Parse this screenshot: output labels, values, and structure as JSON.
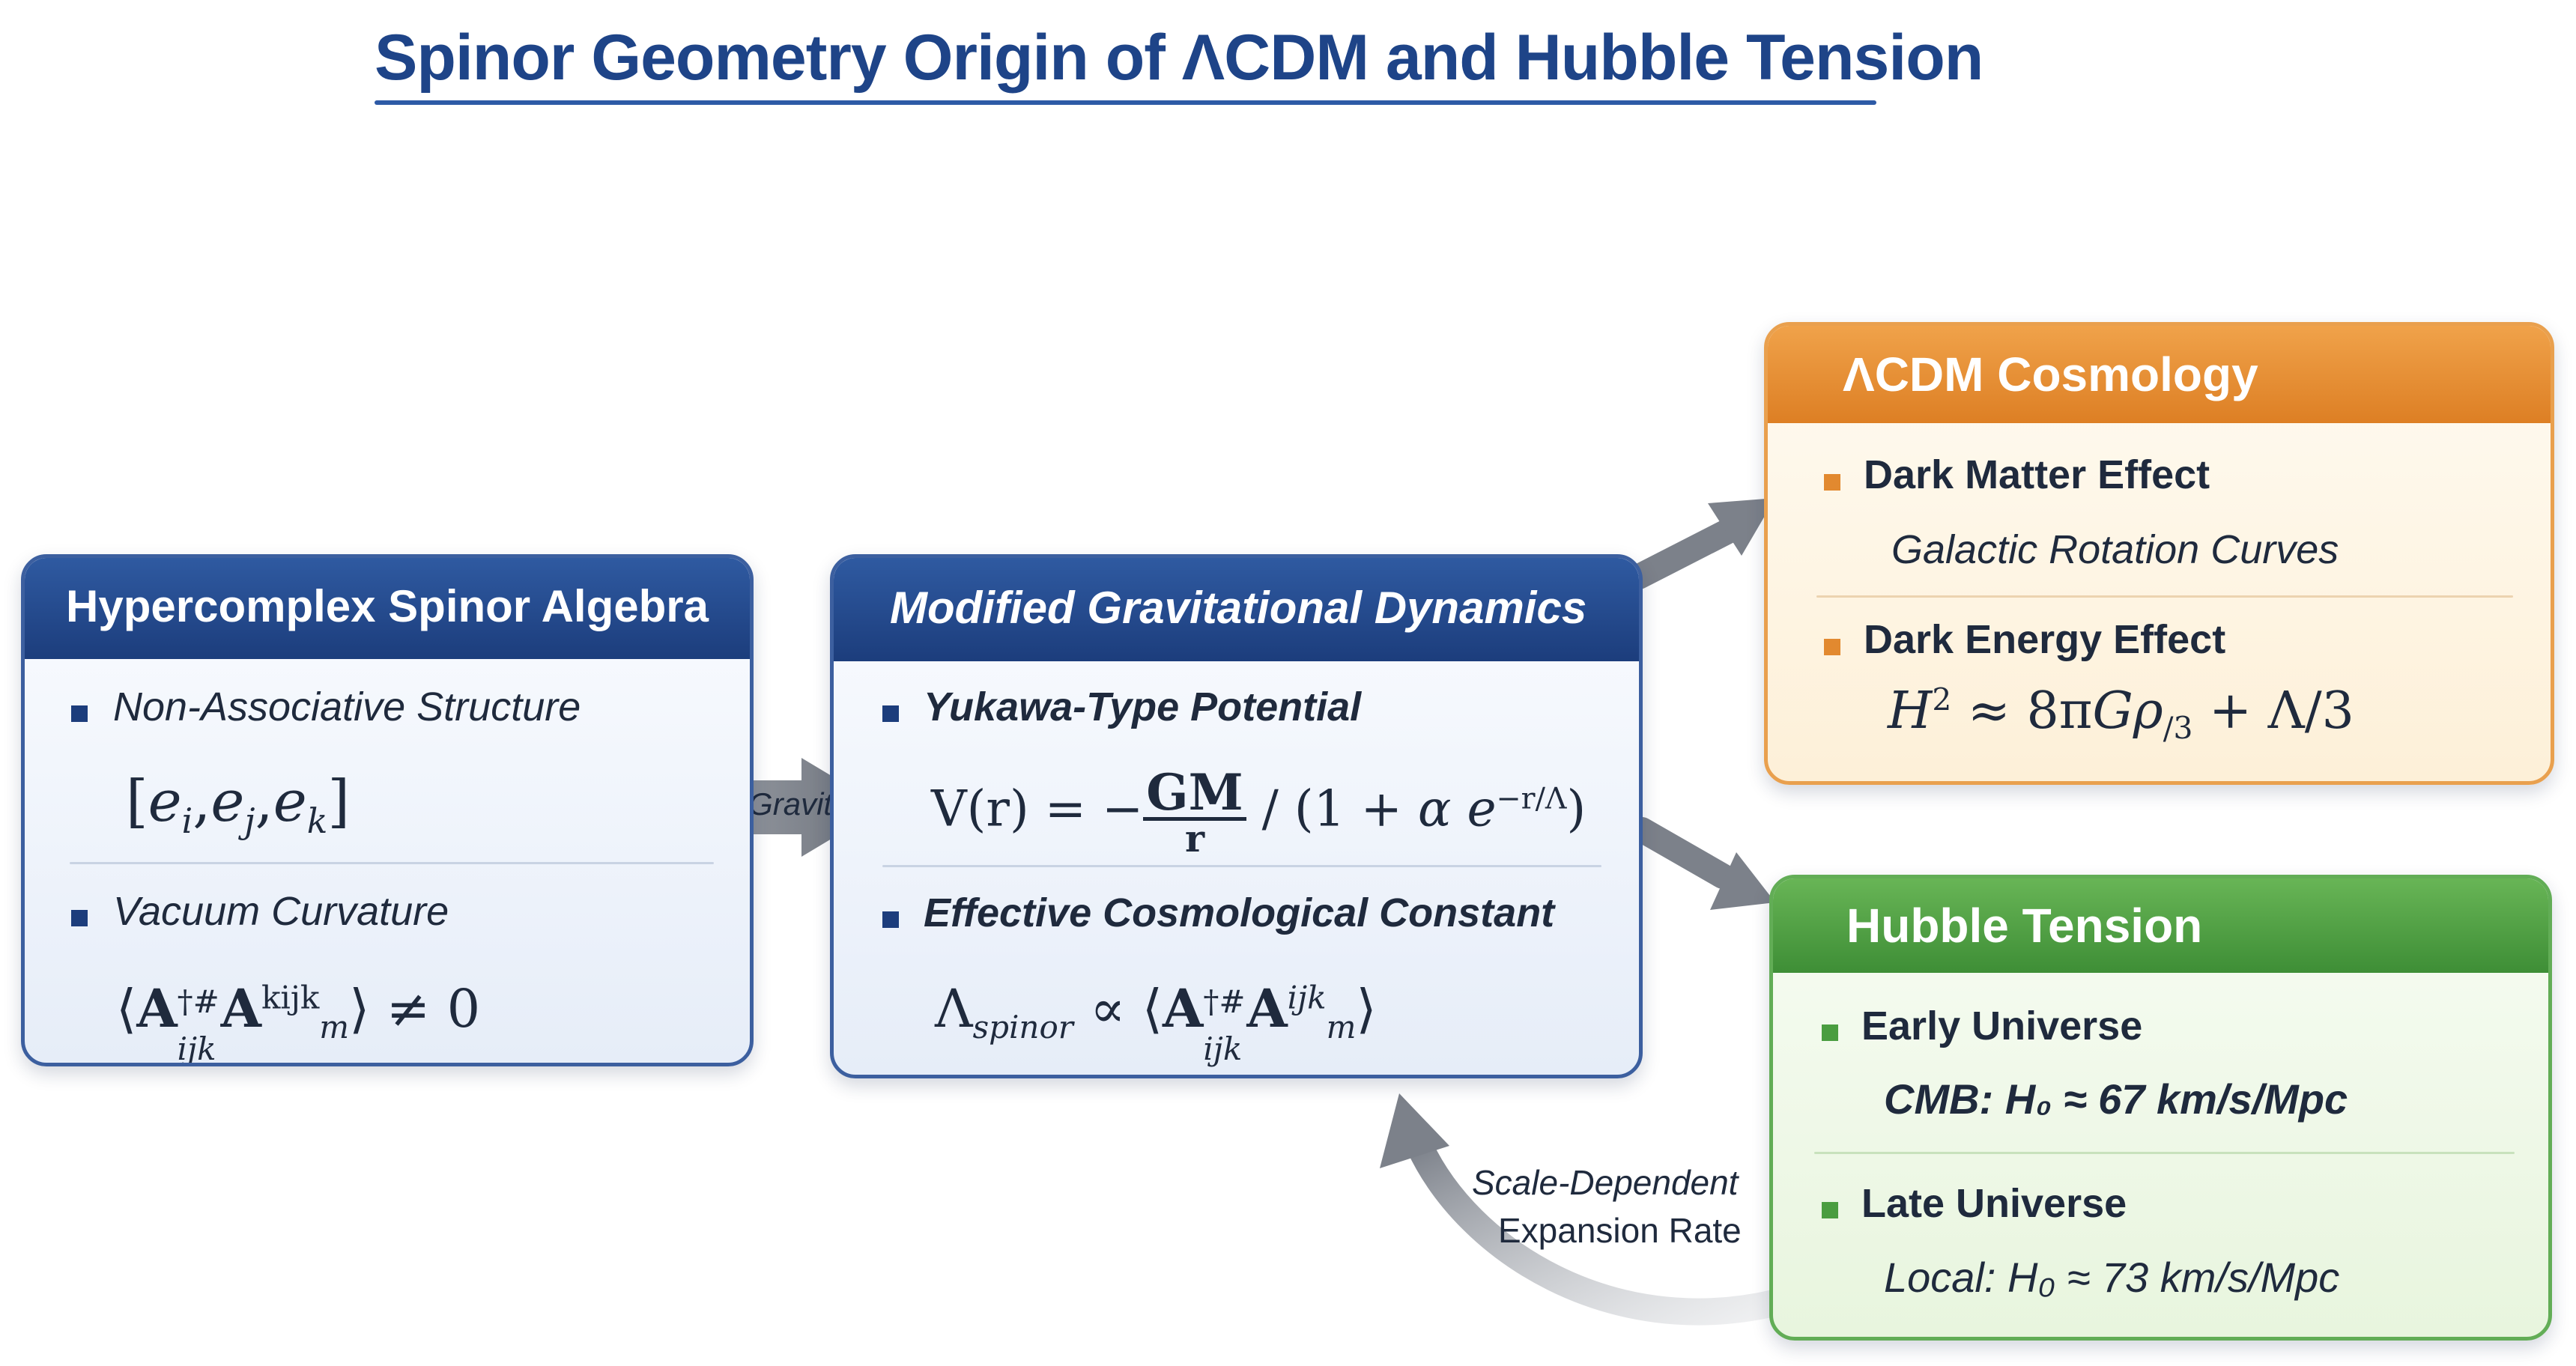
{
  "title": "Spinor Geometry Origin of ΛCDM and Hubble Tension",
  "boxes": {
    "spinor": {
      "heading": "Hypercomplex Spinor Algebra",
      "item1_label": "Non-Associative Structure",
      "item1_formula": "[e_i, e_j, e_k]",
      "item2_label": "Vacuum Curvature",
      "item2_formula": "⟨A_ijk^†# A^kijk_m⟩ ≠ 0"
    },
    "gravity": {
      "heading": "Modified Gravitational Dynamics",
      "item1_label": "Yukawa-Type Potential",
      "item1_formula": "V(r) = −GM/r / (1 + α e^(−r/Λ))",
      "item2_label": "Effective Cosmological Constant",
      "item2_formula": "Λ_spinor ∝ ⟨A_ijk^†# A^ijk_m⟩"
    },
    "lcdm": {
      "heading": "ΛCDM Cosmology",
      "item1_label": "Dark Matter Effect",
      "item1_detail": "Galactic Rotation Curves",
      "item2_label": "Dark Energy Effect",
      "item2_formula": "H² ≈ 8πGρ/3 + Λ/3"
    },
    "hubble": {
      "heading": "Hubble Tension",
      "item1_label": "Early Universe",
      "item1_detail": "CMB: H₀ ≈ 67 km/s/Mpc",
      "item2_label": "Late Universe",
      "item2_detail": "Local: H₀ ≈ 73 km/s/Mpc"
    }
  },
  "arrows": {
    "spinor_to_gravity": "Modifed Gravity",
    "feedback_line1": "Scale-Dependent",
    "feedback_line2": "Expansion Rate"
  },
  "colors": {
    "title": "#1e4488",
    "blue": "#1c3d7c",
    "orange": "#dd7f24",
    "green": "#3e8e36"
  }
}
